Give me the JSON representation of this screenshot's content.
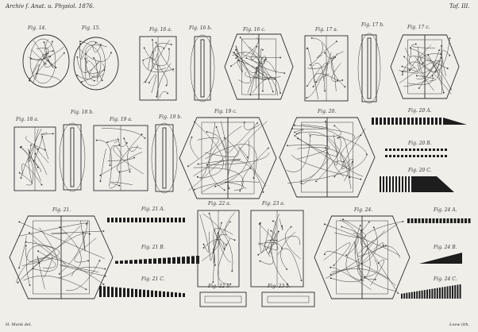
{
  "header": {
    "left": "Archiv f. Anat. u. Physiol. 1876.",
    "right": "Taf. III."
  },
  "footer": {
    "left": "H. Munk del.",
    "right": "Loew lith."
  },
  "figures": [
    {
      "id": "fig-14",
      "label": "Fig. 14."
    },
    {
      "id": "fig-15",
      "label": "Fig. 15."
    },
    {
      "id": "fig-16a",
      "label": "Fig. 16 a."
    },
    {
      "id": "fig-16b",
      "label": "Fig. 16 b."
    },
    {
      "id": "fig-16c",
      "label": "Fig. 16 c."
    },
    {
      "id": "fig-17a",
      "label": "Fig. 17 a."
    },
    {
      "id": "fig-17b",
      "label": "Fig. 17 b."
    },
    {
      "id": "fig-17c",
      "label": "Fig. 17 c."
    },
    {
      "id": "fig-18a",
      "label": "Fig. 18 a."
    },
    {
      "id": "fig-18b",
      "label": "Fig. 18 b."
    },
    {
      "id": "fig-19a",
      "label": "Fig. 19 a."
    },
    {
      "id": "fig-19b",
      "label": "Fig. 19 b."
    },
    {
      "id": "fig-19c",
      "label": "Fig. 19 c."
    },
    {
      "id": "fig-20",
      "label": "Fig. 20."
    },
    {
      "id": "fig-20A",
      "label": "Fig. 20 A."
    },
    {
      "id": "fig-20B",
      "label": "Fig. 20 B."
    },
    {
      "id": "fig-20C",
      "label": "Fig. 20 C."
    },
    {
      "id": "fig-21",
      "label": "Fig. 21."
    },
    {
      "id": "fig-21A",
      "label": "Fig. 21 A."
    },
    {
      "id": "fig-21B",
      "label": "Fig. 21 B."
    },
    {
      "id": "fig-21C",
      "label": "Fig. 21 C."
    },
    {
      "id": "fig-22a",
      "label": "Fig. 22 a."
    },
    {
      "id": "fig-22b",
      "label": "Fig. 22 b."
    },
    {
      "id": "fig-23a",
      "label": "Fig. 23 a."
    },
    {
      "id": "fig-23b",
      "label": "Fig. 23 b."
    },
    {
      "id": "fig-24",
      "label": "Fig. 24."
    },
    {
      "id": "fig-24A",
      "label": "Fig. 24 A."
    },
    {
      "id": "fig-24B",
      "label": "Fig. 24 B."
    },
    {
      "id": "fig-24C",
      "label": "Fig. 24 C."
    }
  ],
  "colors": {
    "paper": "#efeee9",
    "ink": "#2c2c2c"
  }
}
